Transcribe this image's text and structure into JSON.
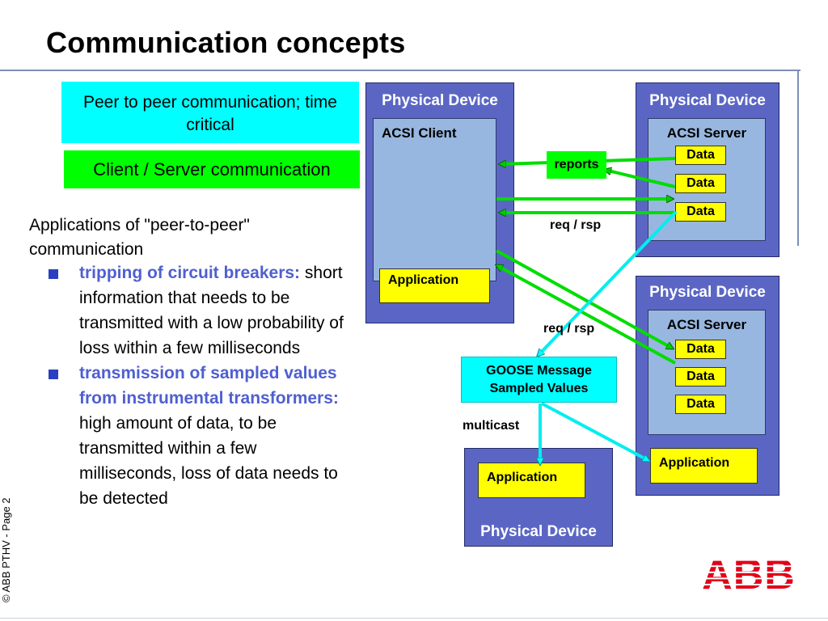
{
  "page": {
    "title": "Communication concepts",
    "footer": "© ABB PTHV  - Page 2",
    "logo_text": "ABB"
  },
  "legend": {
    "peer_to_peer": "Peer to peer communication; time critical",
    "client_server": "Client / Server communication"
  },
  "text": {
    "heading": "Applications of \"peer-to-peer\" communication",
    "bullets": [
      {
        "highlight": "tripping of circuit breakers:",
        "rest": " short information that needs to be transmitted with a low probability of loss within a few milliseconds"
      },
      {
        "highlight": "transmission of sampled values from instrumental transformers:",
        "rest": " high amount of data, to be transmitted within a few milliseconds, loss of data needs to be detected"
      }
    ]
  },
  "diagram": {
    "device_left": {
      "title": "Physical Device",
      "acsi": "ACSI Client",
      "app": "Application"
    },
    "device_right_top": {
      "title": "Physical Device",
      "acsi": "ACSI Server",
      "data": [
        "Data",
        "Data",
        "Data"
      ]
    },
    "device_right_bottom": {
      "title": "Physical Device",
      "acsi": "ACSI Server",
      "data": [
        "Data",
        "Data",
        "Data"
      ],
      "app": "Application"
    },
    "device_bottom": {
      "title": "Physical Device",
      "app": "Application"
    },
    "reports": "reports",
    "req_rsp_1": "req / rsp",
    "req_rsp_2": "req / rsp",
    "goose_line1": "GOOSE Message",
    "goose_line2": "Sampled Values",
    "multicast": "multicast"
  },
  "colors": {
    "peer_to_peer": "#00ffff",
    "client_server": "#00ff00",
    "device": "#5b66c4",
    "acsi": "#98b7e0",
    "data": "#ffff00",
    "abb_red": "#e2001a"
  }
}
